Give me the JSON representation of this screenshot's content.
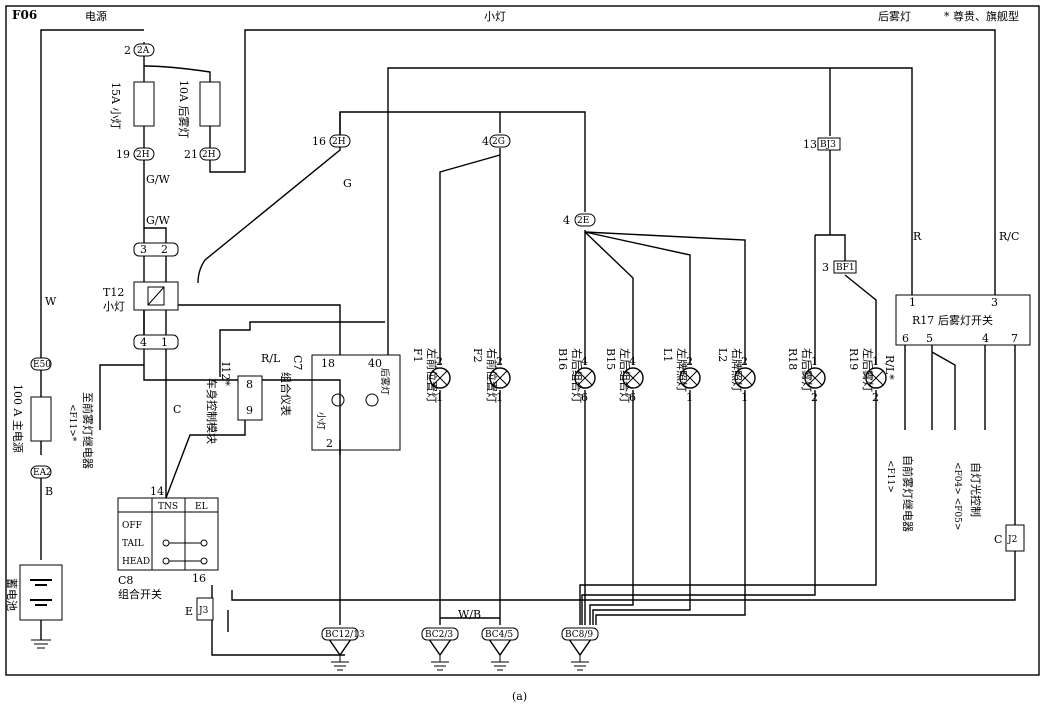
{
  "header": {
    "page_id": "F06",
    "power": "电源",
    "small_lamp": "小灯",
    "rear_fog": "后雾灯",
    "note": "* 尊贵、旗舰型"
  },
  "caption": "(a)",
  "fuses": {
    "main_fuse": "100 A 主电源",
    "small_fuse": "15A 小灯",
    "fog_fuse": "10A 后雾灯"
  },
  "connectors": {
    "c2a": "2A",
    "c2a_pin": "2",
    "c2h_19": "2H",
    "pin19": "19",
    "c2h_21": "2H",
    "pin21": "21",
    "c2h_16": "2H",
    "pin16": "16",
    "c2g": "2G",
    "pin_2g": "4",
    "c2e": "2E",
    "pin_2e": "4",
    "cbj3": "BJ3",
    "pin_bj3": "13",
    "cbf1": "BF1",
    "pin_bf1": "3",
    "ce50": "E50",
    "cea2": "EA2",
    "cj3": "J3",
    "pin_j3": "E",
    "cj2": "J2",
    "pin_j2": "C"
  },
  "relay": {
    "name": "T12",
    "label": "小灯",
    "pins": [
      "3",
      "2",
      "4",
      "1"
    ]
  },
  "wires": {
    "w": "W",
    "gw1": "G/W",
    "gw2": "G/W",
    "b": "B",
    "c": "C",
    "g": "G",
    "r": "R",
    "rl": "R/L",
    "rc": "R/C",
    "wb": "W/B",
    "rl2": "R/L*"
  },
  "components": {
    "c7": {
      "id": "C7",
      "name": "组合仪表",
      "pin_a": "18",
      "pin_b": "40",
      "pin_c": "2",
      "lamp1": "小灯",
      "lamp2": "后雾灯"
    },
    "i12": {
      "id": "I12*",
      "name": "车身控制模块",
      "pin_a": "8",
      "pin_b": "9"
    },
    "c8": {
      "id": "C8",
      "name": "组合开关",
      "pin_a": "14",
      "pin_b": "16",
      "cols": [
        "TNS",
        "EL"
      ],
      "rows": [
        "OFF",
        "TAIL",
        "HEAD"
      ]
    },
    "r17": {
      "id": "R17",
      "name": "后雾灯开关",
      "pins": [
        "1",
        "3",
        "6",
        "5",
        "4",
        "7"
      ]
    }
  },
  "lamps": [
    {
      "id": "F1",
      "name": "左前位置灯",
      "top_pin": "2",
      "bot_pin": "1"
    },
    {
      "id": "F2",
      "name": "右前位置灯",
      "top_pin": "2",
      "bot_pin": "1"
    },
    {
      "id": "B16",
      "name": "右后组合灯",
      "top_pin": "4",
      "bot_pin": "6"
    },
    {
      "id": "B15",
      "name": "左后组合灯",
      "top_pin": "4",
      "bot_pin": "6"
    },
    {
      "id": "L1",
      "name": "左牌照灯",
      "top_pin": "2",
      "bot_pin": "1"
    },
    {
      "id": "L2",
      "name": "右牌照灯",
      "top_pin": "2",
      "bot_pin": "1"
    },
    {
      "id": "R18",
      "name": "右后雾灯",
      "top_pin": "1",
      "bot_pin": "2"
    },
    {
      "id": "R19",
      "name": "左后雾灯",
      "top_pin": "1",
      "bot_pin": "2"
    }
  ],
  "refs": {
    "to_relay": "至前雾灯继电器",
    "to_relay_code": "<F11>*",
    "from_relay": "自前雾灯继电器",
    "from_relay_code": "<F11>",
    "light_ctrl": "自灯光控制",
    "light_ctrl_codes": "<F04> <F05>",
    "battery": "蓄电池"
  },
  "grounds": [
    "BC12/13",
    "BC2/3",
    "BC4/5",
    "BC8/9"
  ]
}
